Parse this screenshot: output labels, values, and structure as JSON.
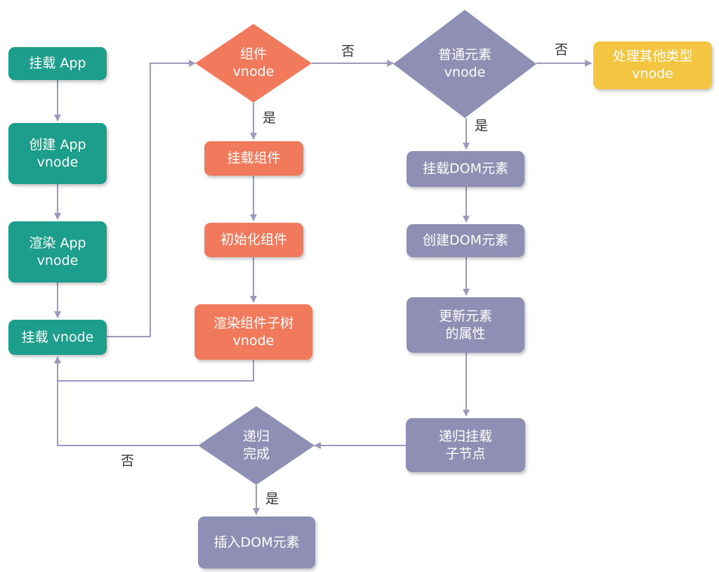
{
  "colors": {
    "teal": "#1d9e8c",
    "orange": "#f17a5c",
    "purple": "#8f8fb5",
    "yellow": "#f3c540",
    "edge": "#9a9abf"
  },
  "nodes": {
    "mount_app": [
      "挂载 App"
    ],
    "create_app_vnode": [
      "创建 App",
      "vnode"
    ],
    "render_app_vnode": [
      "渲染 App",
      "vnode"
    ],
    "mount_vnode": [
      "挂载 vnode"
    ],
    "is_component_vnode": [
      "组件",
      "vnode"
    ],
    "mount_component": [
      "挂载组件"
    ],
    "init_component": [
      "初始化组件"
    ],
    "render_subtree": [
      "渲染组件子树",
      "vnode"
    ],
    "is_element_vnode": [
      "普通元素",
      "vnode"
    ],
    "handle_other": [
      "处理其他类型",
      "vnode"
    ],
    "mount_dom": [
      "挂载DOM元素"
    ],
    "create_dom": [
      "创建DOM元素"
    ],
    "update_props": [
      "更新元素",
      "的属性"
    ],
    "mount_children": [
      "递归挂载",
      "子节点"
    ],
    "recursion_done": [
      "递归",
      "完成"
    ],
    "insert_dom": [
      "插入DOM元素"
    ]
  },
  "edge_labels": {
    "component_no": "否",
    "component_yes": "是",
    "element_no": "否",
    "element_yes": "是",
    "recursion_no": "否",
    "recursion_yes": "是"
  }
}
